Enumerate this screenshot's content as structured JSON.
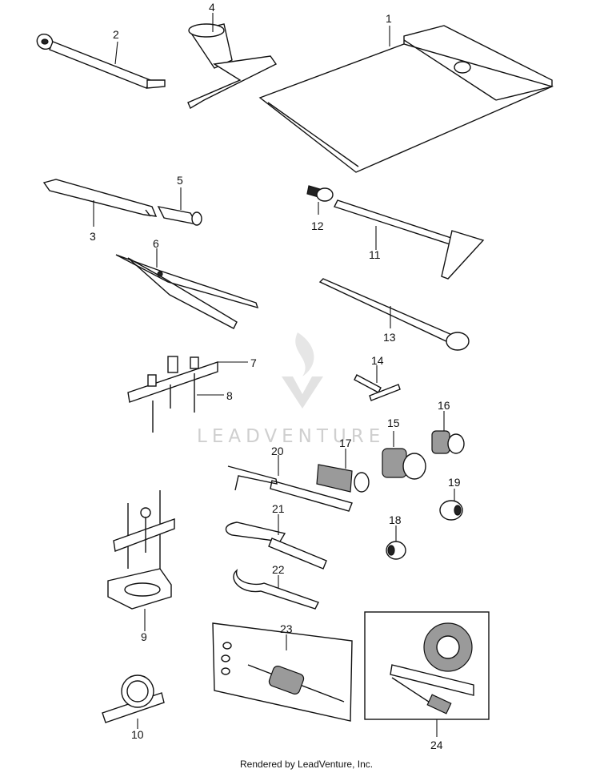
{
  "watermark": {
    "text": "LEADVENTURE"
  },
  "footer": {
    "text": "Rendered by LeadVenture, Inc."
  },
  "callouts": {
    "c1": "1",
    "c2": "2",
    "c3": "3",
    "c4": "4",
    "c5": "5",
    "c6": "6",
    "c7": "7",
    "c8": "8",
    "c9": "9",
    "c10": "10",
    "c11": "11",
    "c12": "12",
    "c13": "13",
    "c14": "14",
    "c15": "15",
    "c16": "16",
    "c17": "17",
    "c18": "18",
    "c19": "19",
    "c20": "20",
    "c21": "21",
    "c22": "22",
    "c23": "23",
    "c24": "24"
  }
}
